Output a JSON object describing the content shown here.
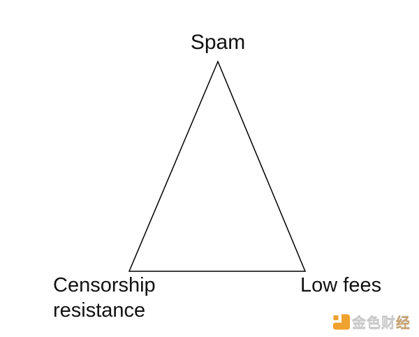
{
  "diagram": {
    "title_implied": "trilemma-triangle",
    "background_color": "#ffffff",
    "triangle": {
      "stroke_color": "#000000",
      "stroke_width": 1.5,
      "fill": "none"
    },
    "labels": {
      "top": "Spam",
      "bottom_left": "Censorship\nresistance",
      "bottom_right": "Low fees"
    },
    "watermark": {
      "text": "金色财经",
      "text_main": "金色财",
      "text_accent": "经",
      "logo_color": "#f0a22e",
      "text_color": "#cbcbcb"
    }
  }
}
